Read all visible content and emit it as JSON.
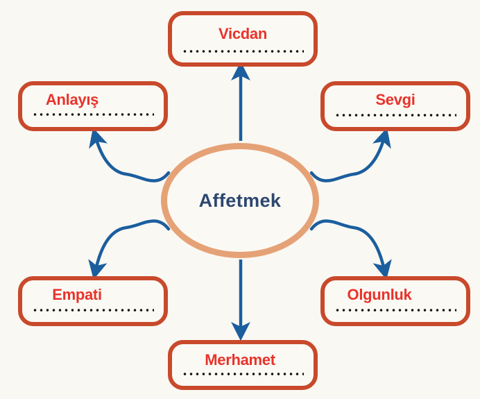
{
  "diagram": {
    "title": "Affetmek",
    "type": "radial-concept-map",
    "center": {
      "label": "Affetmek",
      "shape": "ellipse",
      "border_color": "#E5A276",
      "text_color": "#2C4770",
      "fill_color": "#FBF9F4"
    },
    "background_color": "#FAF8F3",
    "node_border_color": "#C8492B",
    "node_text_color": "#E8332A",
    "node_fill_color": "#FBF9F4",
    "arrow_color": "#1B5E9E",
    "dotted_line_color": "#111111",
    "nodes": [
      {
        "id": "vicdan",
        "label": "Vicdan",
        "position": "top"
      },
      {
        "id": "anlayis",
        "label": "Anlayış",
        "position": "top-left"
      },
      {
        "id": "sevgi",
        "label": "Sevgi",
        "position": "top-right"
      },
      {
        "id": "empati",
        "label": "Empati",
        "position": "bottom-left"
      },
      {
        "id": "olgunluk",
        "label": "Olgunluk",
        "position": "bottom-right"
      },
      {
        "id": "merhamet",
        "label": "Merhamet",
        "position": "bottom"
      }
    ],
    "connectors": [
      {
        "from": "center",
        "to": "vicdan",
        "style": "straight",
        "direction": "up"
      },
      {
        "from": "center",
        "to": "anlayis",
        "style": "curved",
        "direction": "up-left"
      },
      {
        "from": "center",
        "to": "sevgi",
        "style": "curved",
        "direction": "up-right"
      },
      {
        "from": "center",
        "to": "empati",
        "style": "curved",
        "direction": "down-left"
      },
      {
        "from": "center",
        "to": "olgunluk",
        "style": "curved",
        "direction": "down-right"
      },
      {
        "from": "center",
        "to": "merhamet",
        "style": "straight",
        "direction": "down"
      }
    ]
  }
}
